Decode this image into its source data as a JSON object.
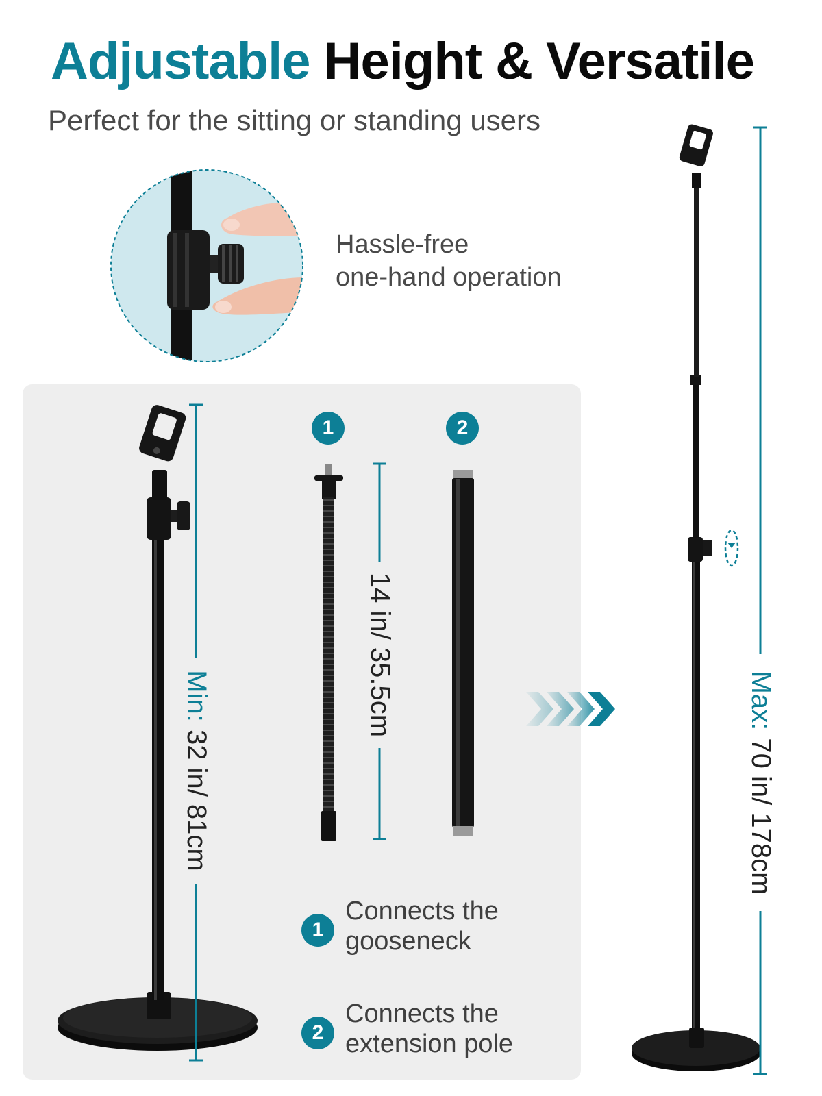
{
  "title": {
    "accent": "Adjustable",
    "rest": "Height & Versatile"
  },
  "subtitle": "Perfect for the sitting or standing users",
  "feature": {
    "line1": "Hassle-free",
    "line2": "one-hand operation"
  },
  "min_dimension": {
    "key": "Min:",
    "value": "32 in/ 81cm"
  },
  "part_length": "14 in/ 35.5cm",
  "max_dimension": {
    "key": "Max:",
    "value": "70 in/ 178cm"
  },
  "parts": [
    {
      "number": "1",
      "line1": "Connects the",
      "line2": "gooseneck"
    },
    {
      "number": "2",
      "line1": "Connects the",
      "line2": "extension pole"
    }
  ],
  "colors": {
    "accent": "#0d7f96",
    "panel": "#eeeeee",
    "pole": "#111111"
  }
}
